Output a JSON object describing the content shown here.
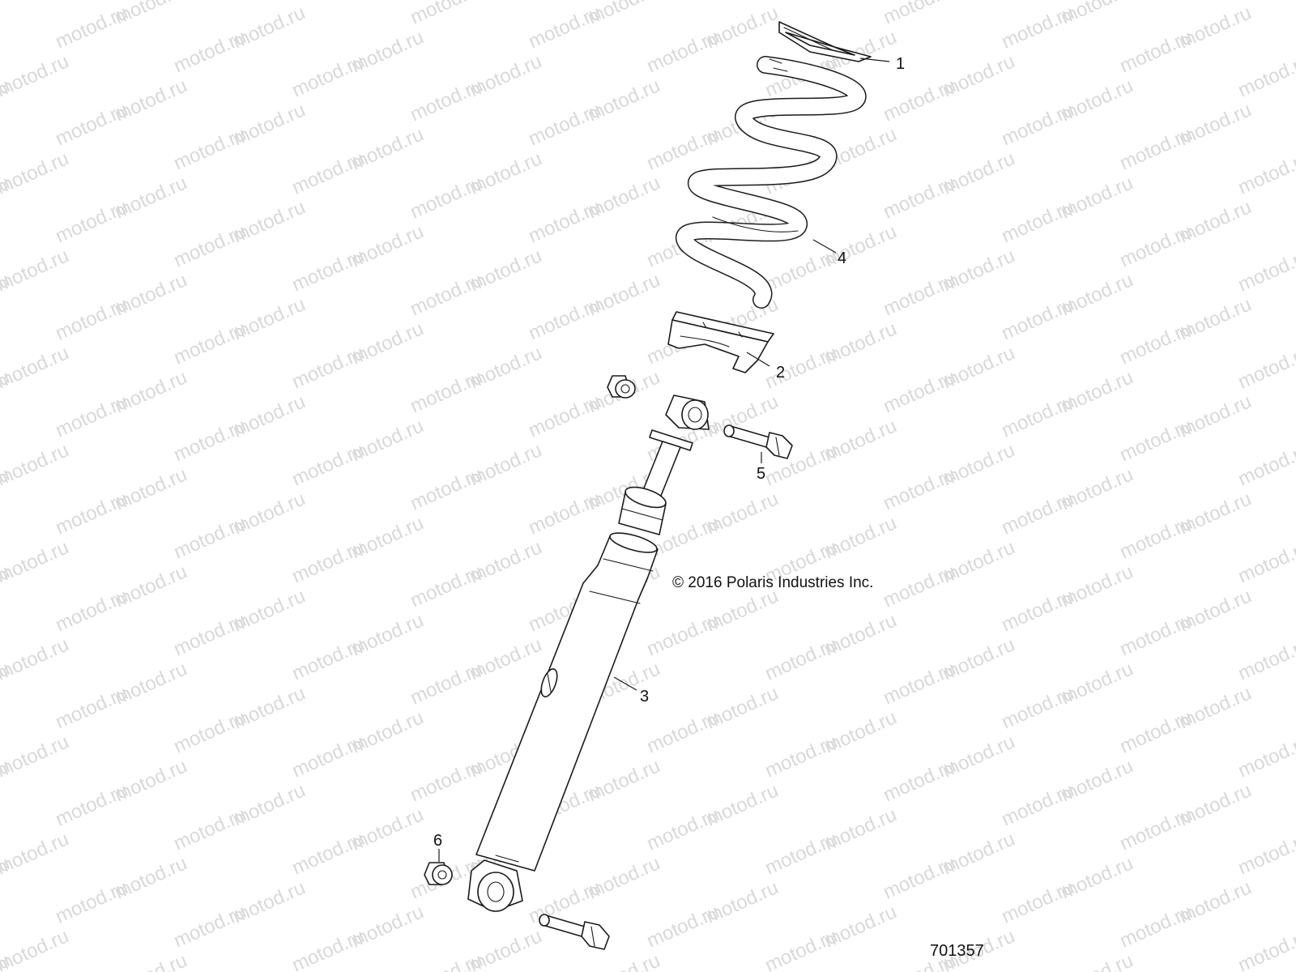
{
  "watermark": {
    "text": "motod.ru"
  },
  "callouts": [
    {
      "id": "1",
      "label": "1"
    },
    {
      "id": "2",
      "label": "2"
    },
    {
      "id": "3",
      "label": "3"
    },
    {
      "id": "4",
      "label": "4"
    },
    {
      "id": "5",
      "label": "5"
    },
    {
      "id": "6",
      "label": "6"
    }
  ],
  "copyright": "© 2016 Polaris Industries Inc.",
  "figure_number": "701357",
  "colors": {
    "line": "#1a1a1a",
    "watermark": "#d9d9d9",
    "background": "#ffffff"
  }
}
